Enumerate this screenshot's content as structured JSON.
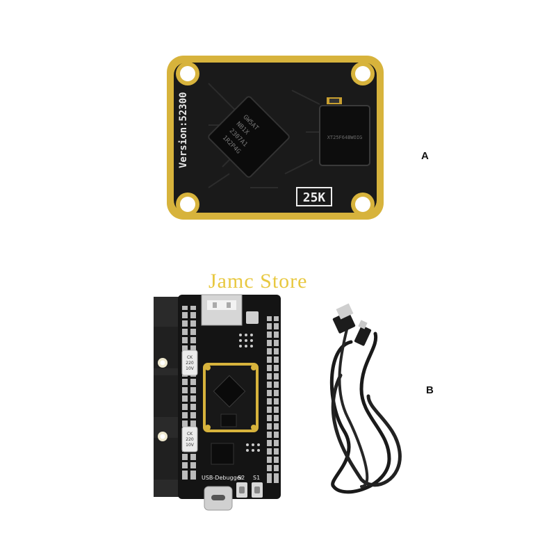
{
  "product": {
    "module": {
      "version_text": "Version:52300",
      "badge_text": "25K",
      "fpga_lines": [
        "GW5AT",
        "NB1X",
        "2307A1",
        "1R2P4G"
      ],
      "flash_text": "XT25F64BWOIG"
    },
    "board": {
      "debugger_label": "USB-Debugger",
      "switch_labels": [
        "S2",
        "S1"
      ],
      "cap_text": [
        "CK\n220\n10V",
        "CK\n220\n10V"
      ]
    }
  },
  "labels": {
    "a": "A",
    "b": "B"
  },
  "watermark": "Jamc Store",
  "colors": {
    "gold": "#d7b33c",
    "pcb": "#141414",
    "watermark": "#e8c840"
  }
}
